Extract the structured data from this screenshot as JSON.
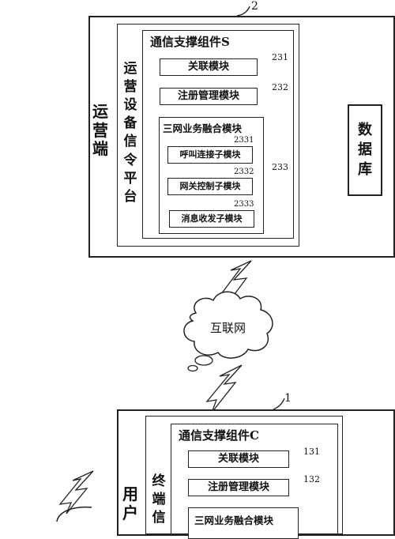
{
  "operator": {
    "ref": "2",
    "side_label": [
      "运",
      "营",
      "端"
    ],
    "platform_label": [
      "运",
      "营",
      "设",
      "备",
      "信",
      "令",
      "平",
      "台"
    ],
    "component_title": "通信支撑组件S",
    "modules": [
      {
        "label": "关联模块",
        "ref": "231"
      },
      {
        "label": "注册管理模块",
        "ref": "232"
      }
    ],
    "fusion": {
      "label": "三网业务融合模块",
      "ref": "233",
      "submodules": [
        {
          "label": "呼叫连接子模块",
          "ref": "2331"
        },
        {
          "label": "网关控制子模块",
          "ref": "2332"
        },
        {
          "label": "消息收发子模块",
          "ref": "2333"
        }
      ]
    },
    "database_label": [
      "数",
      "据",
      "库"
    ]
  },
  "internet_label": "互联网",
  "user": {
    "ref": "1",
    "side_label": [
      "用",
      "户"
    ],
    "terminal_label": [
      "终",
      "端",
      "信"
    ],
    "component_title": "通信支撑组件C",
    "modules": [
      {
        "label": "关联模块",
        "ref": "131"
      },
      {
        "label": "注册管理模块",
        "ref": "132"
      }
    ],
    "fusion_label": "三网业务融合模块"
  }
}
